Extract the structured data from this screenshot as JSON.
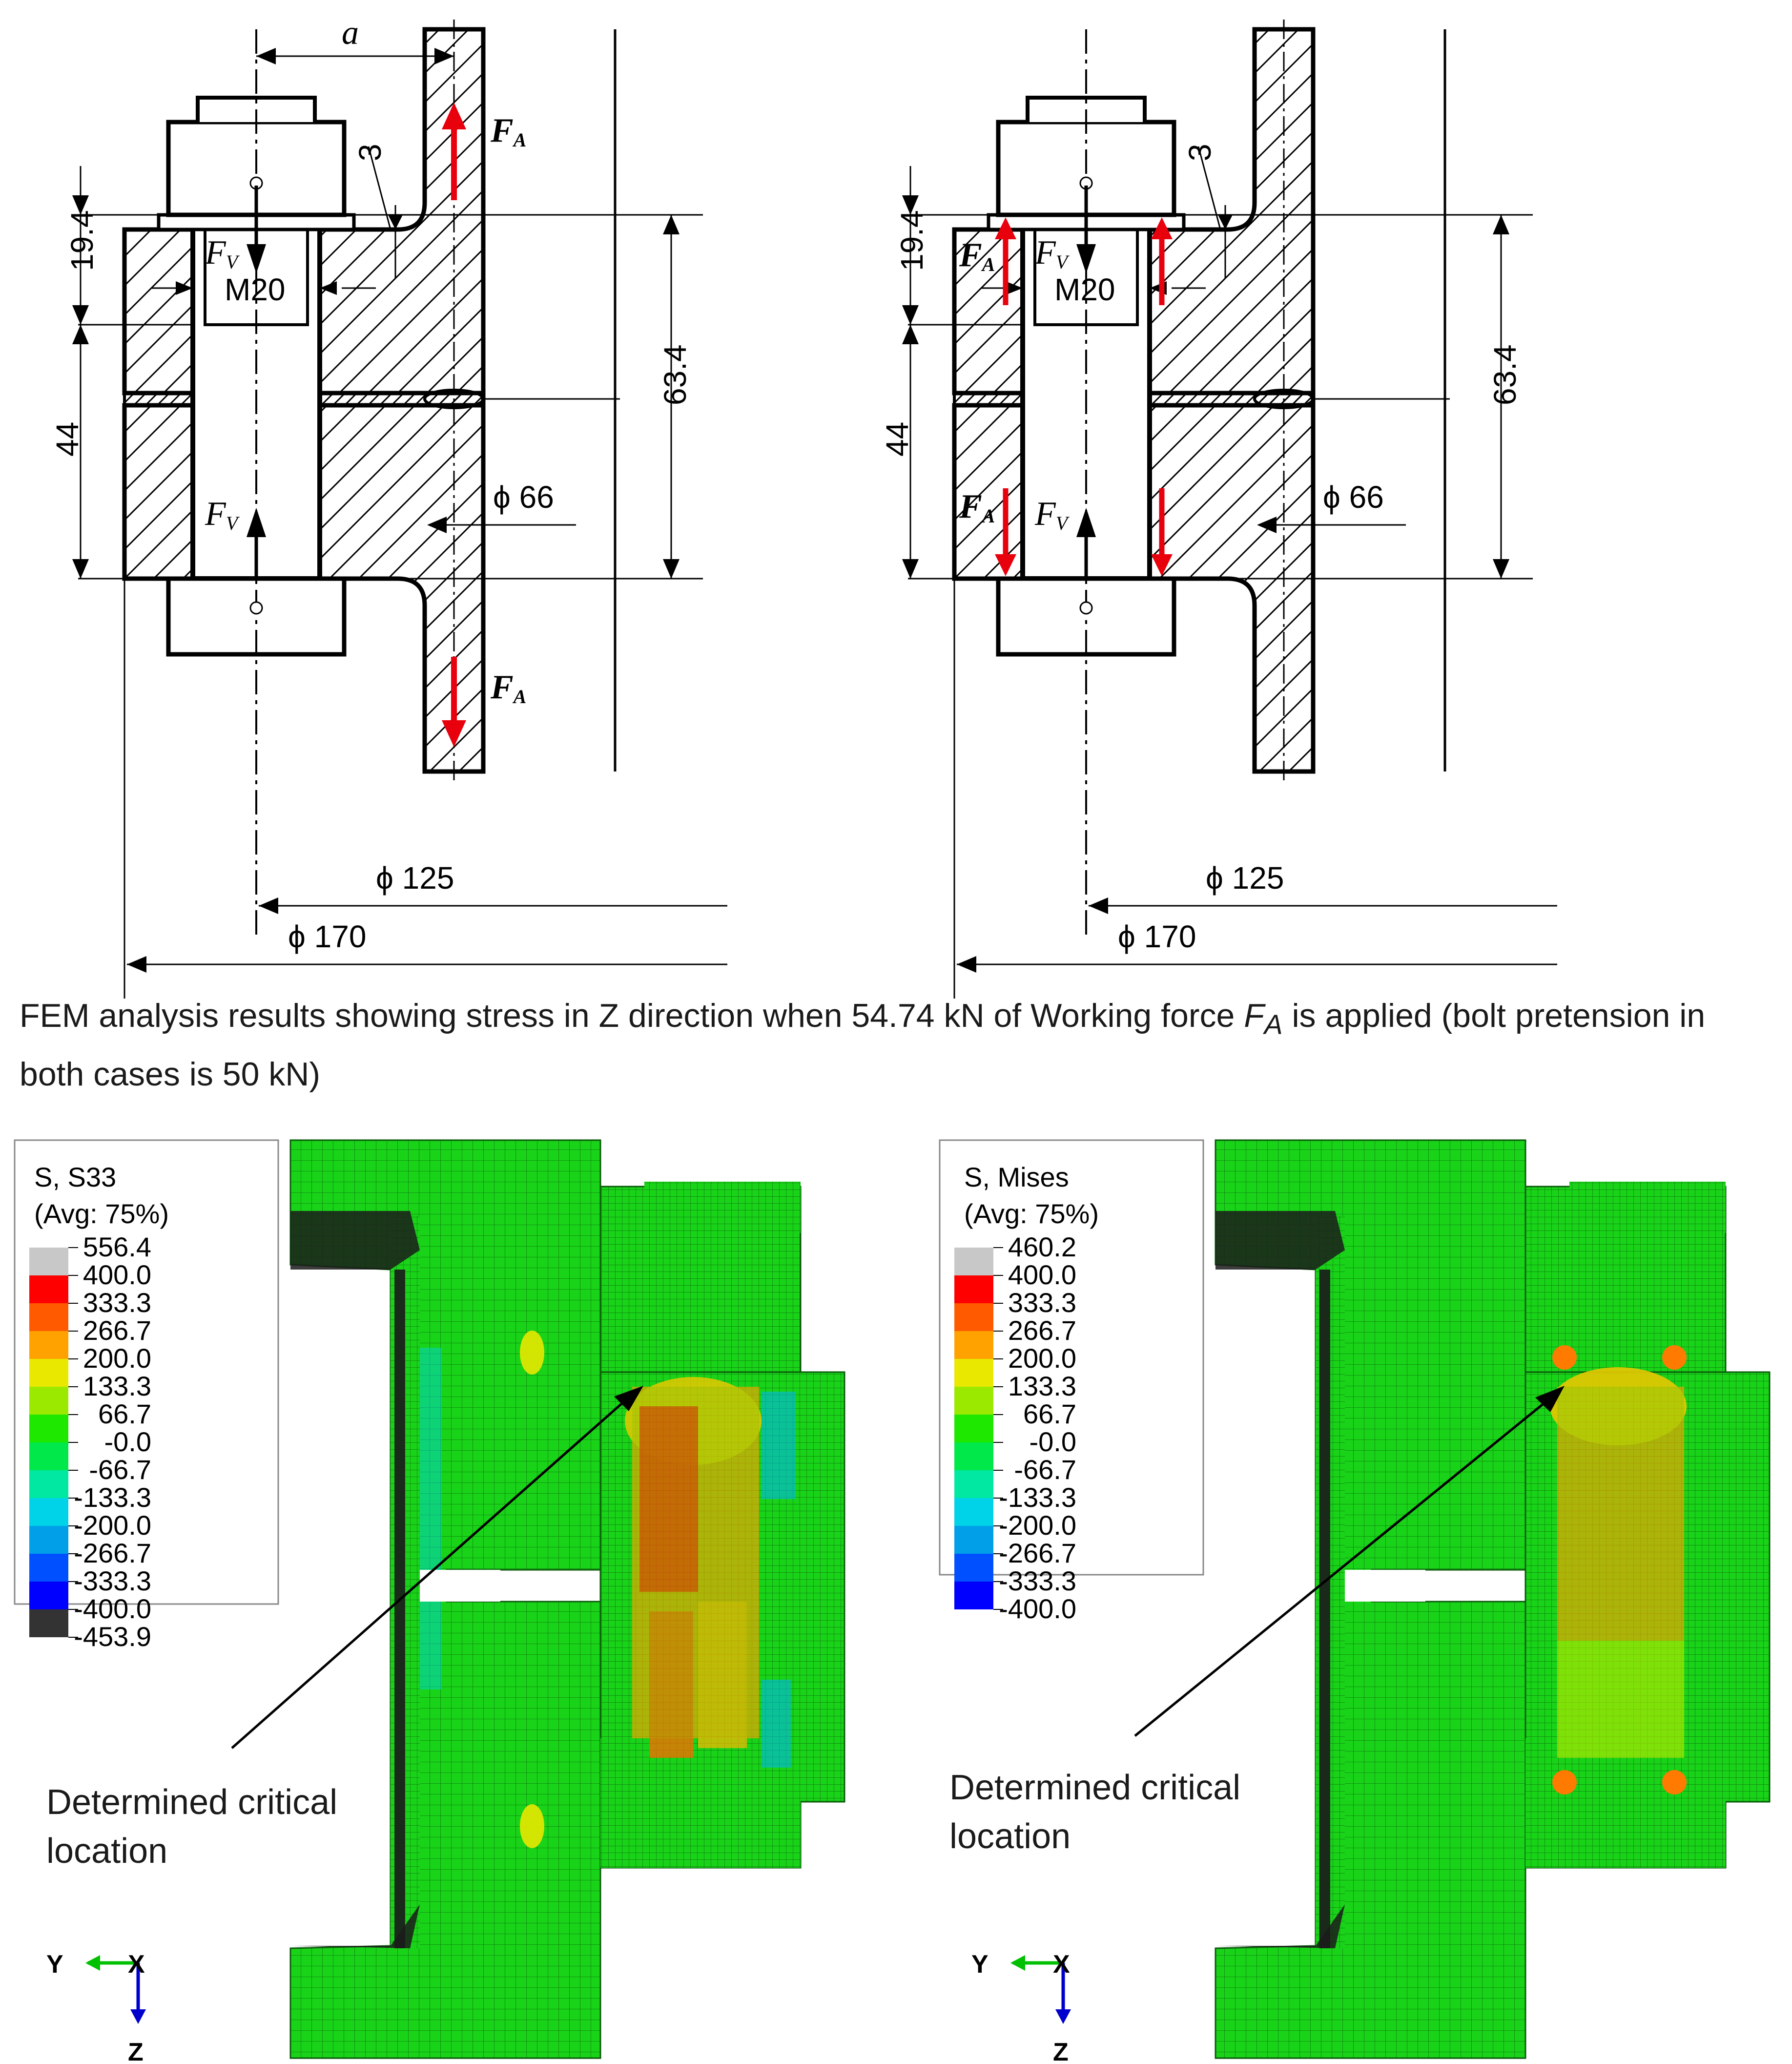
{
  "drawing_left": {
    "dim_a": "a",
    "dim_3": "3",
    "dim_19_4": "19.4",
    "dim_44": "44",
    "dim_63_4": "63.4",
    "dim_phi66": "ϕ 66",
    "dim_phi125": "ϕ 125",
    "dim_phi170": "ϕ 170",
    "thread": "M20",
    "force_v": "F",
    "force_v_sub": "V",
    "force_a": "F",
    "force_a_sub": "A"
  },
  "drawing_right": {
    "dim_3": "3",
    "dim_19_4": "19.4",
    "dim_44": "44",
    "dim_63_4": "63.4",
    "dim_phi66": "ϕ 66",
    "dim_phi125": "ϕ 125",
    "dim_phi170": "ϕ 170",
    "thread": "M20",
    "force_v": "F",
    "force_v_sub": "V",
    "force_a": "F",
    "force_a_sub": "A"
  },
  "caption": {
    "part1": "FEM analysis results showing stress in Z direction when 54.74 kN of Working force ",
    "fa": "F",
    "fa_sub": "A",
    "part2": " is applied (bolt pretension in both cases is 50 kN)"
  },
  "legend_left": {
    "title1": "S, S33",
    "title2": "(Avg: 75%)",
    "values": [
      "556.4",
      "400.0",
      "333.3",
      "266.7",
      "200.0",
      "133.3",
      "66.7",
      "-0.0",
      "-66.7",
      "-133.3",
      "-200.0",
      "-266.7",
      "-333.3",
      "-400.0",
      "-453.9"
    ],
    "colors": [
      "#c8c8c8",
      "#ff0000",
      "#ff5a00",
      "#ffa200",
      "#e8e800",
      "#9be800",
      "#1ee800",
      "#00e84a",
      "#00e8a2",
      "#00d2e8",
      "#009fe8",
      "#0050ff",
      "#0000ff",
      "#333333"
    ]
  },
  "legend_right": {
    "title1": "S, Mises",
    "title2": "(Avg: 75%)",
    "values": [
      "460.2",
      "400.0",
      "333.3",
      "266.7",
      "200.0",
      "133.3",
      "66.7",
      "-0.0",
      "-66.7",
      "-133.3",
      "-200.0",
      "-266.7",
      "-333.3",
      "-400.0"
    ],
    "colors": [
      "#c8c8c8",
      "#ff0000",
      "#ff5a00",
      "#ffa200",
      "#e8e800",
      "#9be800",
      "#1ee800",
      "#00e84a",
      "#00e8a2",
      "#00d2e8",
      "#009fe8",
      "#0050ff",
      "#0000ff"
    ]
  },
  "annotation_left": {
    "line1": "Determined critical",
    "line2": "location"
  },
  "annotation_right": {
    "line1": "Determined critical",
    "line2": "location"
  },
  "axes_triad": {
    "y": "Y",
    "x": "X",
    "z": "Z",
    "y_color": "#00c000",
    "z_color": "#0000cc"
  },
  "colors": {
    "force_arrow": "#e8000d",
    "mesh_green": "#19d319",
    "mesh_line": "#0a5a0a"
  }
}
